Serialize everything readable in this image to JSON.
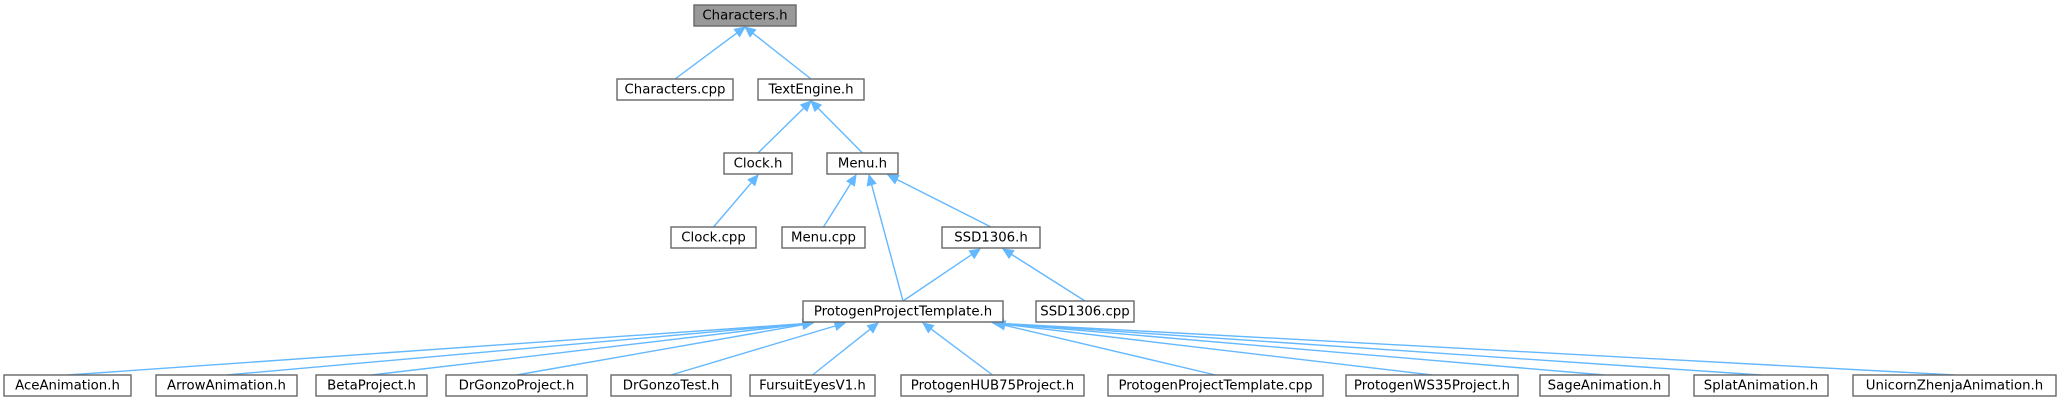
{
  "graph": {
    "nodes": [
      {
        "id": "characters_h",
        "label": "Characters.h",
        "root": true
      },
      {
        "id": "characters_cpp",
        "label": "Characters.cpp"
      },
      {
        "id": "textengine_h",
        "label": "TextEngine.h"
      },
      {
        "id": "clock_h",
        "label": "Clock.h"
      },
      {
        "id": "menu_h",
        "label": "Menu.h"
      },
      {
        "id": "clock_cpp",
        "label": "Clock.cpp"
      },
      {
        "id": "menu_cpp",
        "label": "Menu.cpp"
      },
      {
        "id": "ssd1306_h",
        "label": "SSD1306.h"
      },
      {
        "id": "ppt_h",
        "label": "ProtogenProjectTemplate.h"
      },
      {
        "id": "ssd1306_cpp",
        "label": "SSD1306.cpp"
      },
      {
        "id": "aceanim_h",
        "label": "AceAnimation.h"
      },
      {
        "id": "arrowanim_h",
        "label": "ArrowAnimation.h"
      },
      {
        "id": "betaproject_h",
        "label": "BetaProject.h"
      },
      {
        "id": "drgonzoproject_h",
        "label": "DrGonzoProject.h"
      },
      {
        "id": "drgonzotest_h",
        "label": "DrGonzoTest.h"
      },
      {
        "id": "fursuiteyes_h",
        "label": "FursuitEyesV1.h"
      },
      {
        "id": "protogenhub75_h",
        "label": "ProtogenHUB75Project.h"
      },
      {
        "id": "ppt_cpp",
        "label": "ProtogenProjectTemplate.cpp"
      },
      {
        "id": "protogenws35_h",
        "label": "ProtogenWS35Project.h"
      },
      {
        "id": "sageanim_h",
        "label": "SageAnimation.h"
      },
      {
        "id": "splatanim_h",
        "label": "SplatAnimation.h"
      },
      {
        "id": "unicornanim_h",
        "label": "UnicornZhenjaAnimation.h"
      }
    ],
    "edges": [
      {
        "from": "characters_cpp",
        "to": "characters_h"
      },
      {
        "from": "textengine_h",
        "to": "characters_h"
      },
      {
        "from": "clock_h",
        "to": "textengine_h"
      },
      {
        "from": "menu_h",
        "to": "textengine_h"
      },
      {
        "from": "clock_cpp",
        "to": "clock_h"
      },
      {
        "from": "menu_cpp",
        "to": "menu_h"
      },
      {
        "from": "ppt_h",
        "to": "menu_h"
      },
      {
        "from": "ssd1306_h",
        "to": "menu_h"
      },
      {
        "from": "ppt_h",
        "to": "ssd1306_h"
      },
      {
        "from": "ssd1306_cpp",
        "to": "ssd1306_h"
      },
      {
        "from": "aceanim_h",
        "to": "ppt_h"
      },
      {
        "from": "arrowanim_h",
        "to": "ppt_h"
      },
      {
        "from": "betaproject_h",
        "to": "ppt_h"
      },
      {
        "from": "drgonzoproject_h",
        "to": "ppt_h"
      },
      {
        "from": "drgonzotest_h",
        "to": "ppt_h"
      },
      {
        "from": "fursuiteyes_h",
        "to": "ppt_h"
      },
      {
        "from": "protogenhub75_h",
        "to": "ppt_h"
      },
      {
        "from": "ppt_cpp",
        "to": "ppt_h"
      },
      {
        "from": "protogenws35_h",
        "to": "ppt_h"
      },
      {
        "from": "sageanim_h",
        "to": "ppt_h"
      },
      {
        "from": "splatanim_h",
        "to": "ppt_h"
      },
      {
        "from": "unicornanim_h",
        "to": "ppt_h"
      }
    ],
    "colors": {
      "edge": "#63b8ff",
      "node_border": "#666666",
      "root_fill": "#999999",
      "node_fill": "#ffffff",
      "text": "#000000"
    }
  }
}
